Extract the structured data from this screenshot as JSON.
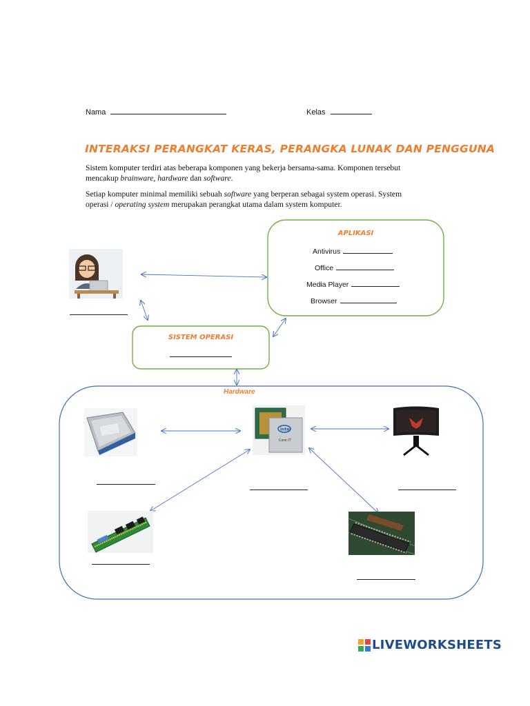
{
  "header": {
    "name_label": "Nama",
    "class_label": "Kelas"
  },
  "title": "INTERAKSI PERANGKAT KERAS, PERANGKA LUNAK DAN PENGGUNA",
  "intro": {
    "p1_line1": "Sistem komputer terdiri atas beberapa komponen yang bekerja bersama-sama. Komponen tersebut",
    "p1_line2_a": "mencakup ",
    "p1_line2_b": "brainware, hardware",
    "p1_line2_c": " dan ",
    "p1_line2_d": "software",
    "p1_line2_e": ".",
    "p2_line1_a": "Setiap komputer minimal memiliki sebuah ",
    "p2_line1_b": "software",
    "p2_line1_c": " yang berperan sebagai system operasi. System",
    "p2_line2_a": "operasi / ",
    "p2_line2_b": "operating system",
    "p2_line2_c": " merupakan perangkat utama dalam system komputer."
  },
  "aplikasi": {
    "title": "APLIKASI",
    "items": [
      "Antivirus",
      "Office",
      "Media Player",
      "Browser"
    ]
  },
  "sistem_operasi": {
    "title": "SISTEM OPERASI"
  },
  "hardware": {
    "title": "Hardware",
    "images": [
      "hard-disk",
      "intel-core-i7-processor",
      "monitor",
      "ram-module",
      "memory-chip"
    ]
  },
  "branding": {
    "text": "LIVEWORKSHEETS"
  },
  "colors": {
    "title_orange": "#f07d2e",
    "box_green": "#70ad47",
    "hardware_border": "#3d6fb5",
    "arrow_blue": "#4472c4",
    "brand_blue": "#1d4b8f"
  }
}
